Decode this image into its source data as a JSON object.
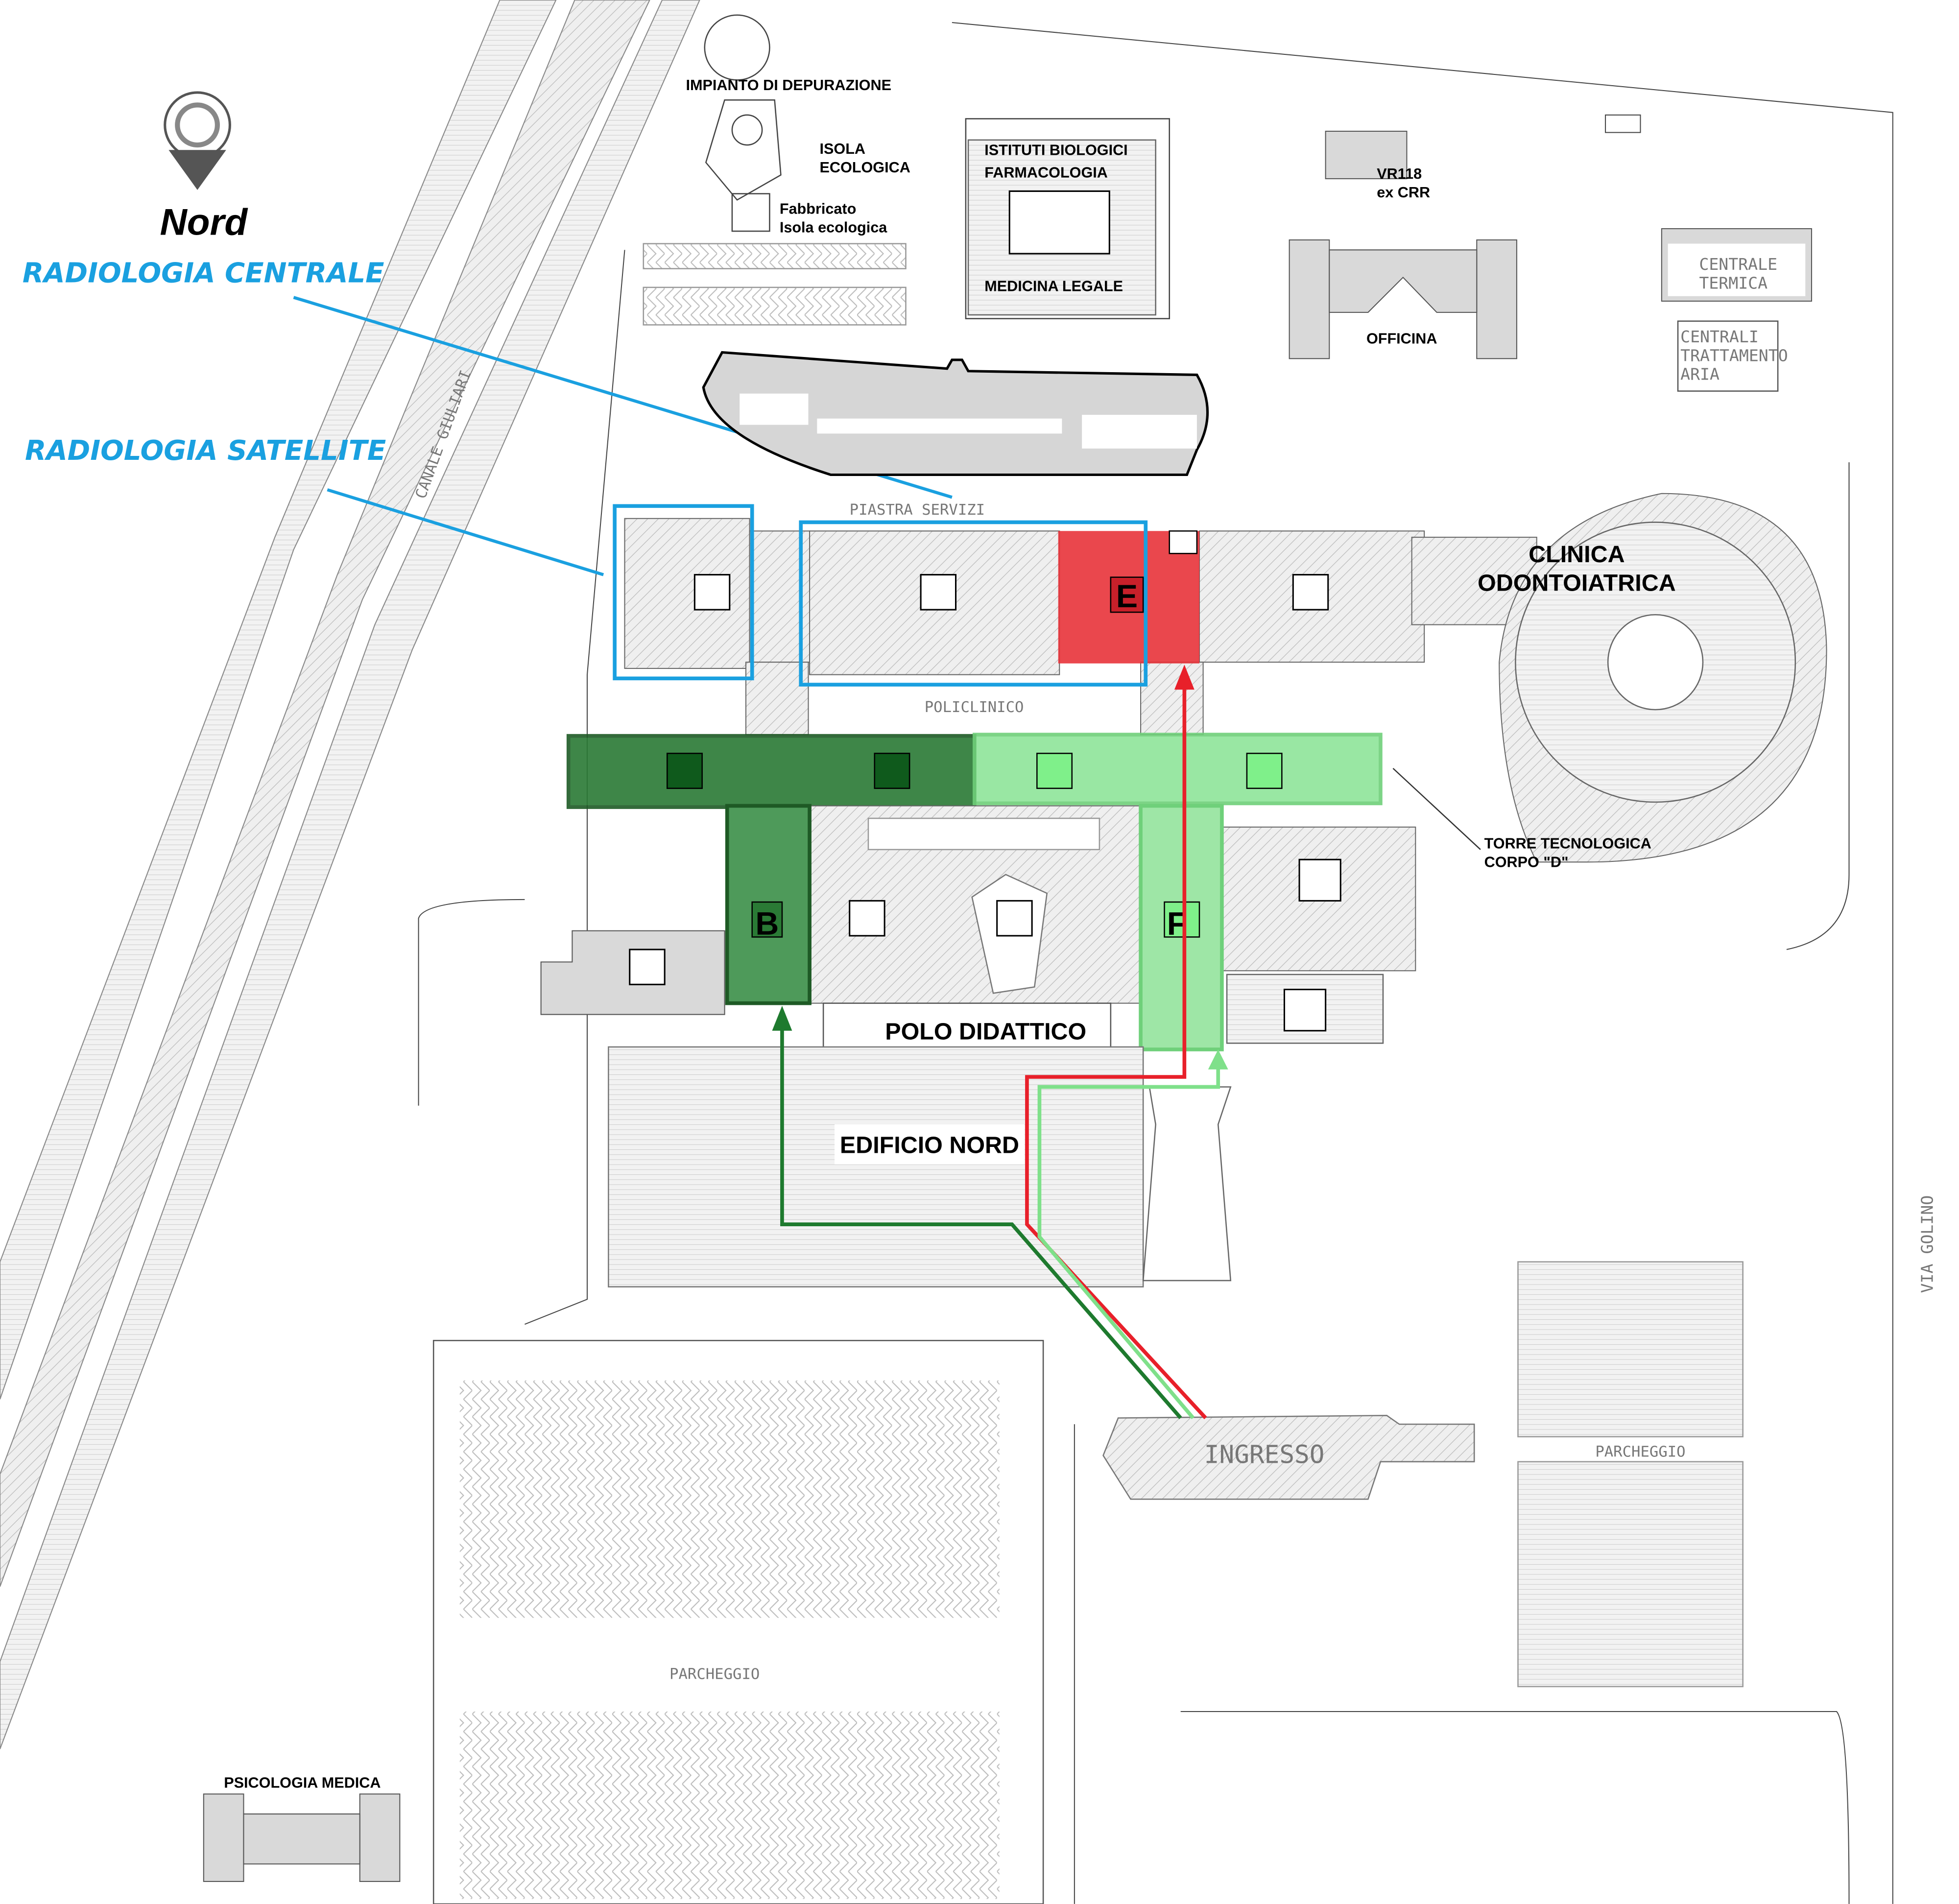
{
  "compass": {
    "label": "Nord"
  },
  "legend": {
    "radiologia_centrale": "RADIOLOGIA CENTRALE",
    "radiologia_satellite": "RADIOLOGIA SATELLITE",
    "highlight_color": "#1aa0e0"
  },
  "buildings": {
    "impianto": "IMPIANTO DI DEPURAZIONE",
    "isola_1": "ISOLA",
    "isola_2": "ECOLOGICA",
    "fabbricato_1": "Fabbricato",
    "fabbricato_2": "Isola ecologica",
    "istituti": "ISTITUTI BIOLOGICI",
    "farmacologia": "FARMACOLOGIA",
    "medicina_legale": "MEDICINA LEGALE",
    "vr118_1": "VR118",
    "vr118_2": "ex CRR",
    "officina": "OFFICINA",
    "centrale_termica_1": "CENTRALE",
    "centrale_termica_2": "TERMICA",
    "centrali_1": "CENTRALI",
    "centrali_2": "TRATTAMENTO",
    "centrali_3": "ARIA",
    "canale": "CANALE GIULIARI",
    "piastra": "PIASTRA SERVIZI",
    "policlinico": "POLICLINICO",
    "clinica_1": "CLINICA",
    "clinica_2": "ODONTOIATRICA",
    "torre_1": "TORRE TECNOLOGICA",
    "torre_2": "CORPO \"D\"",
    "polo": "POLO DIDATTICO",
    "edificio_nord": "EDIFICIO NORD",
    "ingresso": "INGRESSO",
    "parcheggio_left": "PARCHEGGIO",
    "parcheggio_right": "PARCHEGGIO",
    "via_golino": "VIA GOLINO",
    "psicologia": "PSICOLOGIA MEDICA"
  },
  "blocks": {
    "E": {
      "label": "E",
      "color": "#e8333a"
    },
    "B": {
      "label": "B",
      "color": "#1e7a2e"
    },
    "F": {
      "label": "F",
      "color": "#7fe08a"
    }
  },
  "routes": {
    "red": "#e8202a",
    "dark_green": "#1e7a2e",
    "light_green": "#7fe08a"
  }
}
